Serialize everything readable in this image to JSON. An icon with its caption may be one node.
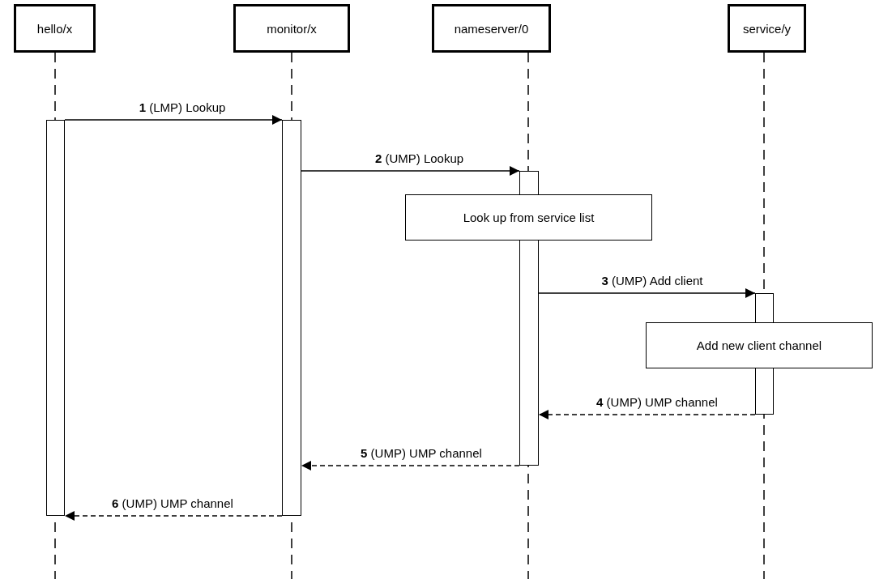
{
  "diagram": {
    "nodes": [
      {
        "text": [
          "hello/x"
        ]
      },
      {
        "text": [
          "monitor/x"
        ]
      },
      {
        "text": [
          "nameserver/0"
        ]
      },
      {
        "text": [
          "service/y"
        ]
      },
      {
        "text": [],
        "shape": "bar"
      },
      {
        "text": [],
        "shape": "bar"
      },
      {
        "text": [],
        "shape": "bar"
      },
      {
        "text": [],
        "shape": "bar"
      },
      {
        "text": [],
        "shape": "bar"
      },
      {
        "text": [],
        "shape": "bar"
      },
      {
        "text": [
          "Look up from service list"
        ]
      },
      {
        "text": [
          "Add new client channel"
        ]
      }
    ],
    "edges": [
      {
        "from": 4,
        "to": 5,
        "arrow": "to",
        "label": "**1** (LMP) Lookup"
      },
      {
        "from": 5,
        "to": 6,
        "arrow": "to",
        "label": "**2** (UMP) Lookup"
      },
      {
        "from": 7,
        "to": 8,
        "arrow": "to",
        "label": "**3** (UMP) Add client"
      },
      {
        "from": 9,
        "to": 7,
        "arrow": "to",
        "style": "dashed",
        "label": "**4** (UMP) UMP channel"
      },
      {
        "from": 7,
        "to": 5,
        "arrow": "to",
        "style": "dashed",
        "label": "**5** (UMP) UMP channel"
      },
      {
        "from": 5,
        "to": 4,
        "arrow": "to",
        "style": "dashed",
        "label": "**6** (UMP) UMP channel"
      }
    ]
  }
}
